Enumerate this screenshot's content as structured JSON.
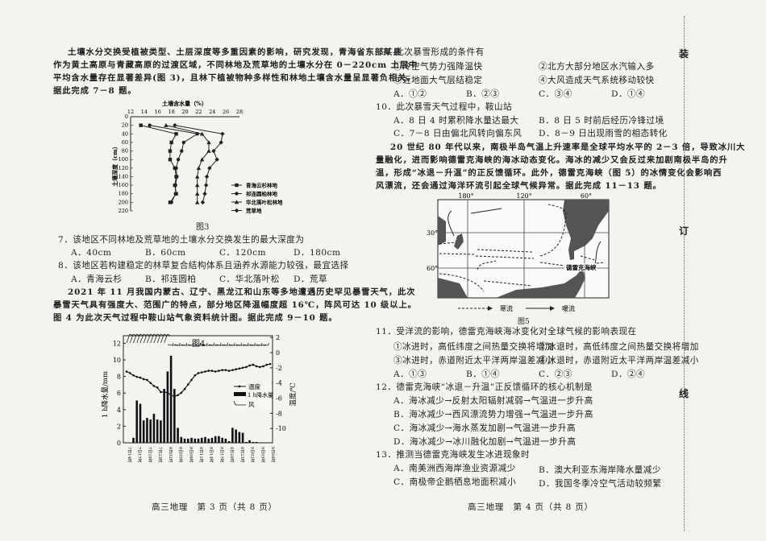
{
  "left_page": {
    "intro_7_8": [
      "土壤水分交换受植被类型、土层深度等多重因素的影响，研究发现，青海省东部某县",
      "作为黄土高原与青藏高原的过渡区域，不同林地及荒草地的土壤水分在 0－220cm 土层中",
      "平均含水量存在显著差异(图 3)，且林下植被物种多样性和林地土壤含水量呈显著负相关。",
      "据此完成 7－8 题。"
    ],
    "fig3_caption": "图3",
    "q7": {
      "stem": "7．该地区不同林地及荒草地的土壤水分交换发生的最大深度为",
      "options": [
        "A．40cm",
        "B．60cm",
        "C．120cm",
        "D．180cm"
      ]
    },
    "q8": {
      "stem": "8．该地区若构建稳定的林草复合结构体系且涵养水源能力较强，最宜选择",
      "options": [
        "A．青海云杉",
        "B．祁连圆柏",
        "C．华北落叶松",
        "D．荒草"
      ]
    },
    "intro_9_10": [
      "2021 年 11 月我国内蒙古、辽宁、黑龙江和山东等多地遭遇历史罕见暴雪天气，此次",
      "暴雪天气具有强度大、范围广的特点，部分地区降温幅度超 16℃，阵风可达 10 级以上。",
      "图 4 为此次天气过程中鞍山站气象资料统计图。据此完成 9－10 题。"
    ],
    "fig4_caption": "图4",
    "footer": "高三地理　第 3 页（共 8 页）"
  },
  "right_page": {
    "q9": {
      "stem": "9．此次暴雪形成的条件有",
      "items": [
        "①冷空气势力强降温快",
        "②北方大部分地区水汽输入多",
        "③近地面大气层结稳定",
        "④大风造成天气系统移动较快"
      ],
      "options": [
        "A．①②",
        "B．②③",
        "C．③④",
        "D．①④"
      ]
    },
    "q10": {
      "stem": "10．此次暴雪天气过程中，鞍山站",
      "options": [
        "A．8 日 4 时累积降水量达最大",
        "B．8 日 5 时前后经历冷锋过境",
        "C．7－8 日由偏北风转向偏东风",
        "D．8－9 日出现雨雪的相态转化"
      ]
    },
    "intro_11_13": [
      "20 世纪 80 年代以来，南极半岛气温上升速率是全球平均水平的 2－3 倍，导致冰川大",
      "量融化，进而影响德雷克海峡的海冰动态变化。海冰的减少又会反过来加剧南极半岛的升",
      "温，形成“冰退－升温”的正反馈循环。此外，德雷克海峡（图 5）的冰情变化会影响西",
      "风漂流，还会通过海洋环流引起全球气候异常。据此完成 11－13 题。"
    ],
    "fig5": {
      "lon_labels": [
        "180°",
        "120°",
        "60°"
      ],
      "lat_labels": [
        "30°",
        "60°"
      ],
      "strait_label": "德雷克海峡",
      "legend_cold": "寒流",
      "legend_warm": "暖流",
      "caption": "图5"
    },
    "q11": {
      "stem": "11．受洋流的影响，德雷克海峡海冰变化对全球气候的影响表现在",
      "items": [
        "①冰进时，高低纬度之间热量交换将增加",
        "②冰退时，高低纬度之间热量交换将增加",
        "③冰进时，赤道附近太平洋两岸温差减小",
        "④冰退时，赤道附近太平洋两岸温差减小"
      ],
      "options": [
        "A．①③",
        "B．①④",
        "C．②③",
        "D．②④"
      ]
    },
    "q12": {
      "stem": "12．德雷克海峡“冰退－升温”正反馈循环的核心机制是",
      "options": [
        "A．海冰减少→反射太阳辐射减弱→气温进一步升高",
        "B．海冰减少→西风漂流势力增强→气温进一步升高",
        "C．海冰减少→海水蒸发加剧→气温进一步升高",
        "D．海冰减少→冰川融化加剧→气温进一步升高"
      ]
    },
    "q13": {
      "stem": "13．推测当德雷克海峡发生冰进现象时",
      "options": [
        "A．南美洲西海岸渔业资源减少",
        "B．澳大利亚东海岸降水量减少",
        "C．南极帝企鹅栖息地面积减小",
        "D．我国冬季冷空气活动较频繁"
      ]
    },
    "footer": "高三地理　第 4 页（共 8 页）"
  },
  "binding_margin": [
    "装",
    "订",
    "线"
  ],
  "chart_data": [
    {
      "type": "line",
      "title": "土壤含水量（%）",
      "xlabel": "土壤含水量（%）",
      "ylabel": "土壤深度（cm）",
      "xlim": [
        12,
        28
      ],
      "xticks": [
        "12",
        "14",
        "16",
        "18",
        "20",
        "22",
        "24",
        "26",
        "28"
      ],
      "ylim": [
        0,
        220
      ],
      "yticks": [
        "0",
        "20",
        "40",
        "60",
        "80",
        "100",
        "120",
        "140",
        "160",
        "180",
        "200",
        "220"
      ],
      "y_inverted": true,
      "depths": [
        20,
        40,
        60,
        80,
        100,
        120,
        140,
        160,
        180,
        200
      ],
      "legend_position": "bottom-right",
      "series": [
        {
          "name": "青海云杉林地",
          "marker": "square",
          "values": [
            13.5,
            18.7,
            18.0,
            17.8,
            17.8,
            18.5,
            18.7,
            18.5,
            18.7,
            17.8
          ]
        },
        {
          "name": "祁连圆柏林地",
          "marker": "circle",
          "values": [
            14.8,
            21.8,
            19.8,
            19.5,
            19.0,
            18.7,
            18.8,
            18.6,
            18.6,
            18.0
          ]
        },
        {
          "name": "华北落叶松林地",
          "marker": "triangle",
          "values": [
            17.2,
            22.5,
            23.5,
            23.5,
            22.5,
            22.0,
            21.8,
            21.8,
            21.8,
            21.8
          ]
        },
        {
          "name": "荒草地",
          "marker": "diamond",
          "values": [
            18.5,
            25.5,
            25.3,
            24.2,
            24.7,
            23.6,
            23.2,
            23.1,
            22.9,
            22.6
          ]
        }
      ]
    },
    {
      "type": "bar+line",
      "ylabel_left": "1 h降水量/mm",
      "ylabel_right": "温度/℃",
      "ylim_left": [
        0,
        12
      ],
      "yticks_left": [
        "0",
        "2",
        "4",
        "6",
        "8",
        "10",
        "12"
      ],
      "ylim_right": [
        -10,
        2
      ],
      "yticks_right": [
        "2",
        "0",
        "-2",
        "-4",
        "-6",
        "-8",
        "-10"
      ],
      "xticks": [
        "7日14时",
        "7日17时",
        "7日20时",
        "7日23时",
        "8日02时",
        "8日05时",
        "8日08时",
        "8日11时",
        "8日14时",
        "8日17时",
        "8日20时",
        "8日23时",
        "9日02时",
        "9日05时",
        "9日08时"
      ],
      "legend": [
        "温度",
        "1 h降水量",
        "风"
      ],
      "legend_position": "right",
      "precip_mm": [
        0,
        0,
        0.6,
        5.1,
        4.7,
        2.7,
        3.0,
        2.8,
        3.5,
        2.8,
        2.7,
        6.5,
        8.6,
        10.5,
        6.5,
        1.8,
        0.7,
        0.5,
        0.5,
        0.6,
        0.5,
        0.5,
        0.6,
        0.7,
        0.5,
        0.6,
        0.8,
        0.8,
        0.6,
        0.5,
        0.2,
        1.8,
        1.6,
        1.3,
        1.2,
        0.1,
        0.3,
        0.1,
        0.1,
        0.05,
        0,
        0,
        0
      ],
      "temperature_c": [
        -2.5,
        -2.7,
        -3.0,
        -3.2,
        -3.3,
        -3.5,
        -3.6,
        -4.0,
        -4.4,
        -4.6,
        -5.2,
        -5.2,
        -5.3,
        -5.6,
        -5.8,
        -5.6,
        -5.3,
        -4.8,
        -4.2,
        -3.6,
        -3.0,
        -2.7,
        -2.6,
        -2.5,
        -2.4,
        -2.4,
        -2.5,
        -2.4,
        -2.3,
        -2.3,
        -2.4,
        -2.3,
        -2.2,
        -2.1,
        -2.0,
        -1.9,
        -1.7,
        -1.6,
        -1.8,
        -1.9,
        -1.8,
        -1.6,
        -1.5
      ]
    }
  ]
}
